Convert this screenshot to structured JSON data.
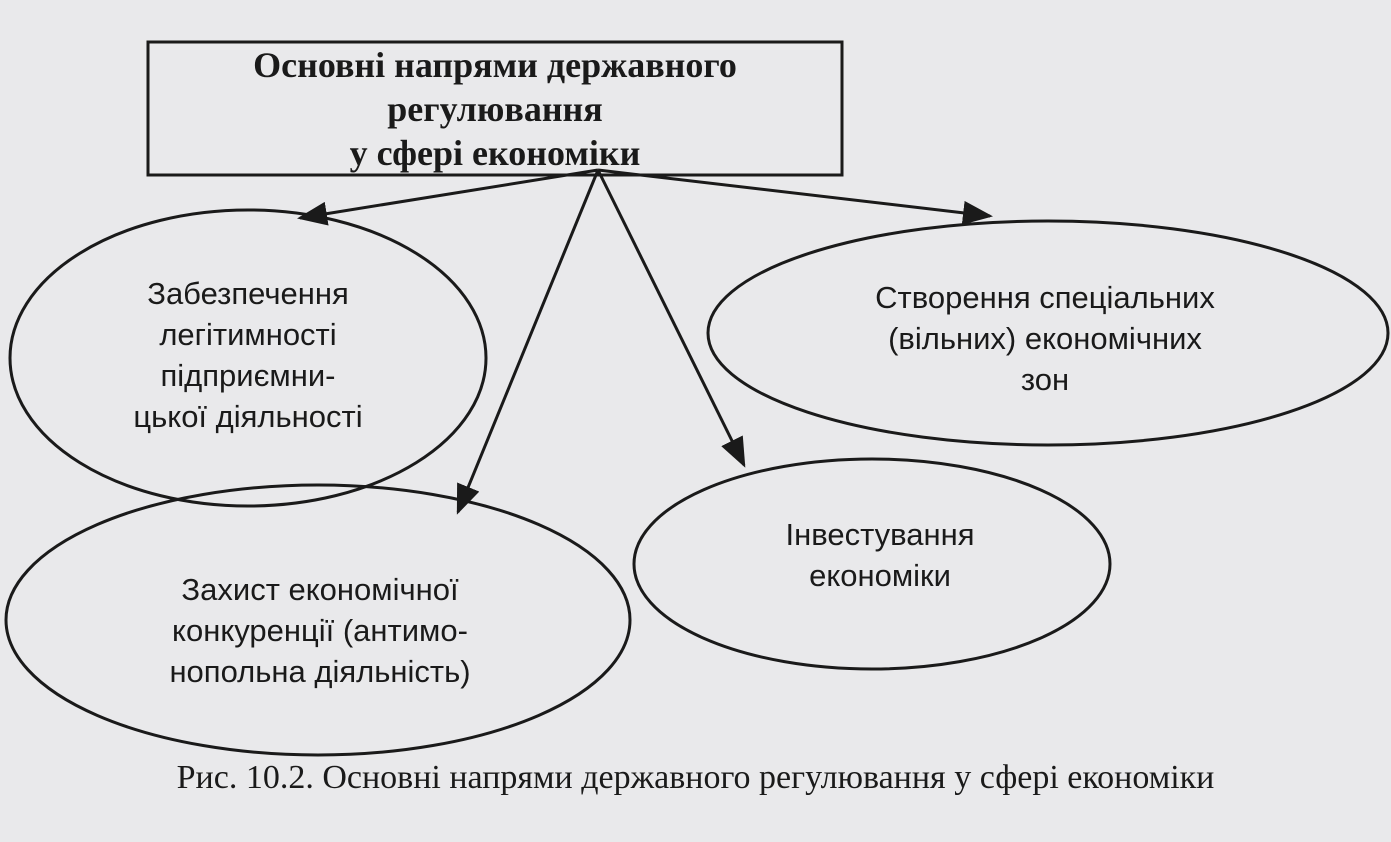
{
  "diagram": {
    "root": {
      "line1": "Основні напрями державного регулювання",
      "line2": "у сфері економіки"
    },
    "nodes": {
      "legitimacy": {
        "lines": [
          "Забезпечення",
          "легітимності",
          "підприємни-",
          "цької діяльності"
        ]
      },
      "zones": {
        "lines": [
          "Створення спеціальних",
          "(вільних) економічних",
          "зон"
        ]
      },
      "investment": {
        "lines": [
          "Інвестування",
          "економіки"
        ]
      },
      "competition": {
        "lines": [
          "Захист економічної",
          "конкуренції (антимо-",
          "нопольна діяльність)"
        ]
      }
    },
    "caption": "Рис. 10.2. Основні напрями державного регулювання у сфері економіки"
  }
}
